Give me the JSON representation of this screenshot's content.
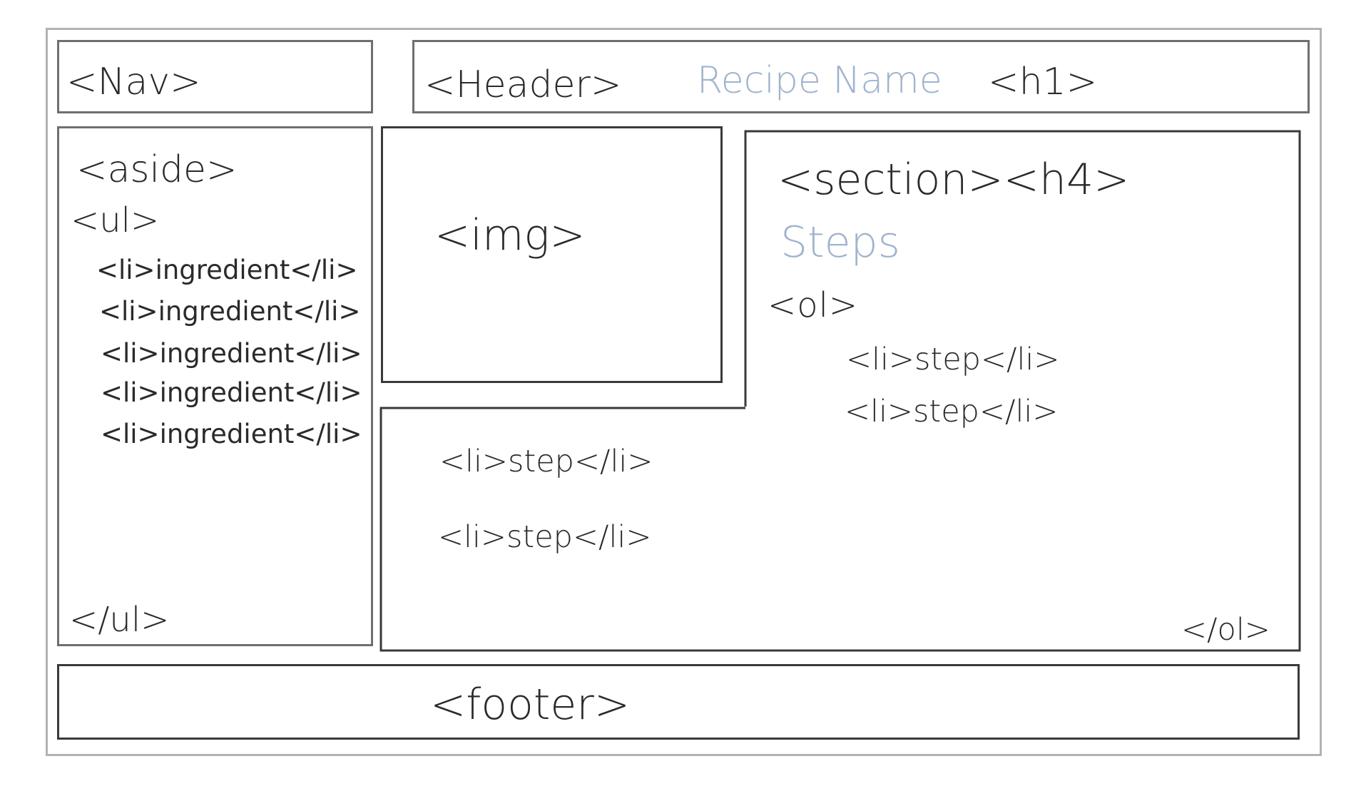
{
  "wireframe": {
    "nav": {
      "label": "<Nav>"
    },
    "header": {
      "label": "<Header>",
      "title": "Recipe Name",
      "title_tag": "<h1>"
    },
    "aside": {
      "label": "<aside>",
      "list_open": "<ul>",
      "items": [
        "<li>ingredient</li>",
        "<li>ingredient</li>",
        "<li>ingredient</li>",
        "<li>ingredient</li>",
        "<li>ingredient</li>"
      ],
      "list_close": "</ul>"
    },
    "image": {
      "label": "<img>"
    },
    "section": {
      "label": "<section><h4>",
      "heading": "Steps",
      "list_open": "<ol>",
      "items_upper": [
        "<li>step</li>",
        "<li>step</li>"
      ],
      "items_lower": [
        "<li>step</li>",
        "<li>step</li>"
      ],
      "list_close": "</ol>"
    },
    "footer": {
      "label": "<footer>"
    }
  },
  "colors": {
    "ink": "#2a2a2a",
    "placeholder_text": "#9fb4cd",
    "outer_frame": "#b3b3b3"
  }
}
